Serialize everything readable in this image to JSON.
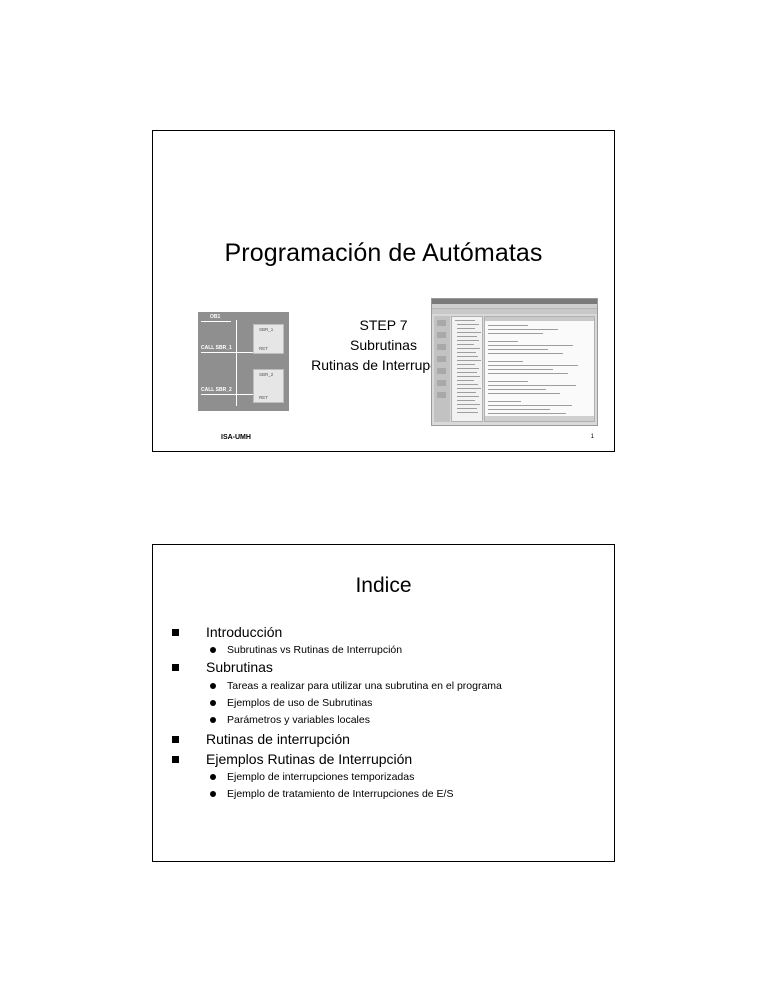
{
  "slide1": {
    "title": "Programación de Autómatas",
    "subtitle_lines": [
      "STEP 7",
      "Subrutinas",
      "Rutinas de Interrupción"
    ],
    "footer_left": "ISA-UMH",
    "page_number": "1",
    "ladder": {
      "rung_label": "OB1",
      "call1": "CALL SBR_1",
      "call2": "CALL SBR_2",
      "box1_title": "SBR_1",
      "box1_ret": "RET",
      "box2_title": "SBR_2",
      "box2_ret": "RET"
    }
  },
  "slide2": {
    "title": "Indice",
    "items": [
      {
        "label": "Introducción",
        "sub": [
          "Subrutinas vs Rutinas de Interrupción"
        ]
      },
      {
        "label": "Subrutinas",
        "sub": [
          "Tareas a realizar para utilizar una subrutina en el programa",
          "Ejemplos de uso de Subrutinas",
          "Parámetros y variables locales"
        ]
      },
      {
        "label": "Rutinas de interrupción",
        "sub": []
      },
      {
        "label": "Ejemplos Rutinas de Interrupción",
        "sub": [
          "Ejemplo de interrupciones temporizadas",
          "Ejemplo de tratamiento de Interrupciones de E/S"
        ]
      }
    ]
  }
}
